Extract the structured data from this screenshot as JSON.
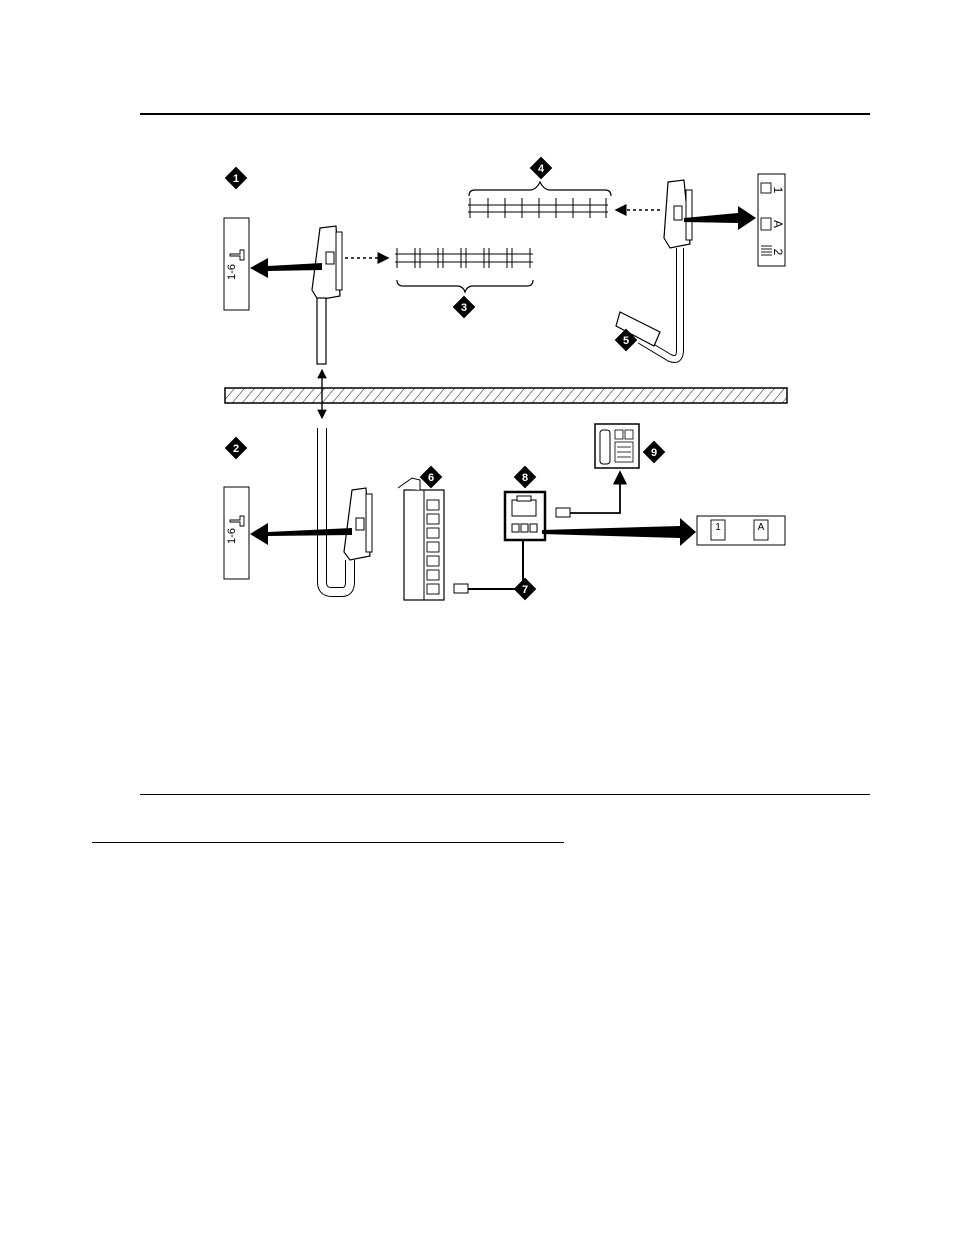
{
  "diagram": {
    "callouts": [
      "1",
      "2",
      "3",
      "4",
      "5",
      "6",
      "7",
      "8",
      "9"
    ],
    "port_labels": {
      "upper_left_panel": "1-6",
      "lower_left_panel": "1-6",
      "upper_right_panel_1": "1",
      "upper_right_panel_a": "A",
      "upper_right_panel_2": "2",
      "lower_right_panel_1": "1",
      "lower_right_panel_a": "A"
    }
  }
}
